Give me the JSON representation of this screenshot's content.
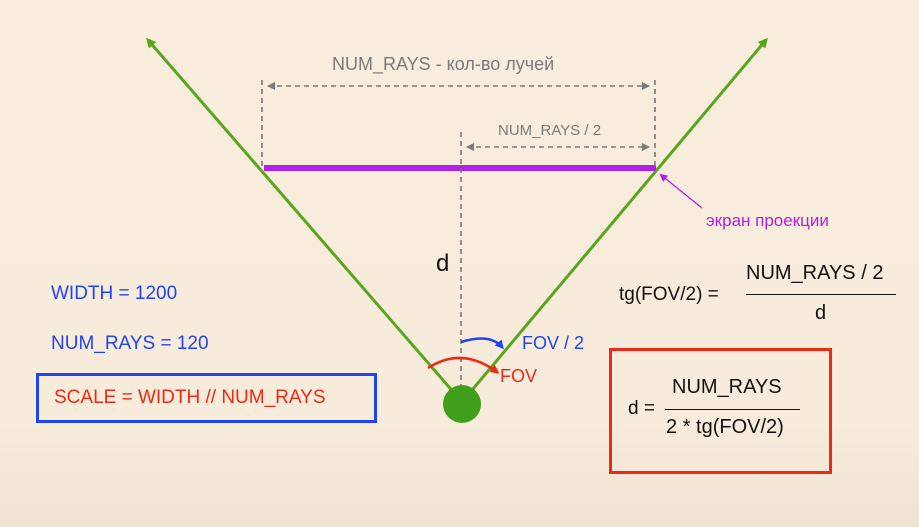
{
  "labels": {
    "num_rays_desc": "NUM_RAYS - кол-во лучей",
    "num_rays_half": "NUM_RAYS / 2",
    "projection_screen": "экран проекции",
    "d": "d",
    "fov_half": "FOV / 2",
    "fov": "FOV"
  },
  "params": {
    "width": "WIDTH = 1200",
    "num_rays": "NUM_RAYS = 120",
    "scale": "SCALE = WIDTH // NUM_RAYS"
  },
  "formula_tan": {
    "lhs": "tg(FOV/2) =",
    "numerator": "NUM_RAYS / 2",
    "denominator": "d"
  },
  "formula_d": {
    "lhs": "d =",
    "numerator": "NUM_RAYS",
    "denominator": "2 * tg(FOV/2)"
  },
  "colors": {
    "background": "#f7ecdc",
    "rays": "#5aa51c",
    "screen": "#b020e8",
    "dim_lines": "#7a7a7a",
    "blue": "#2244ee",
    "red": "#ee2a14",
    "player": "#3f9e1a"
  }
}
